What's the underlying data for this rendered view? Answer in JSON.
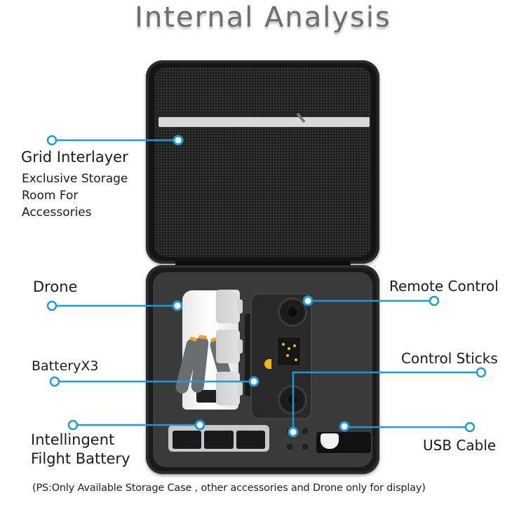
{
  "title": "Internal Analysis",
  "accent_color": "#1e9ad6",
  "callouts": {
    "grid_interlayer": {
      "title": "Grid Interlayer",
      "description": [
        "Exclusive Storage",
        "Room For",
        "Accessories"
      ]
    },
    "drone": {
      "title": "Drone"
    },
    "battery": {
      "title": "BatteryX3"
    },
    "intelligent_battery": {
      "title": [
        "Intellingent",
        "Filght Battery"
      ]
    },
    "remote_control": {
      "title": "Remote Control"
    },
    "control_sticks": {
      "title": "Control Sticks"
    },
    "usb_cable": {
      "title": "USB Cable"
    }
  },
  "footnote": "(PS:Only Available Storage Case , other accessories and Drone only for display)"
}
